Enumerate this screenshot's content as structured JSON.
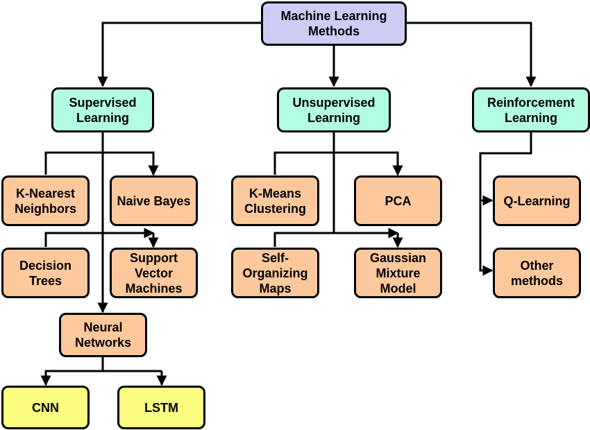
{
  "diagram": {
    "root": {
      "label": "Machine Learning\nMethods"
    },
    "categories": {
      "supervised": {
        "label": "Supervised\nLearning"
      },
      "unsupervised": {
        "label": "Unsupervised\nLearning"
      },
      "reinforcement": {
        "label": "Reinforcement\nLearning"
      }
    },
    "supervised": {
      "knn": {
        "label": "K-Nearest\nNeighbors"
      },
      "naive_bayes": {
        "label": "Naive Bayes"
      },
      "decision_trees": {
        "label": "Decision\nTrees"
      },
      "svm": {
        "label": "Support\nVector\nMachines"
      },
      "neural_networks": {
        "label": "Neural\nNetworks"
      }
    },
    "neural": {
      "cnn": {
        "label": "CNN"
      },
      "lstm": {
        "label": "LSTM"
      }
    },
    "unsupervised": {
      "kmeans": {
        "label": "K-Means\nClustering"
      },
      "pca": {
        "label": "PCA"
      },
      "som": {
        "label": "Self-\nOrganizing\nMaps"
      },
      "gmm": {
        "label": "Gaussian\nMixture\nModel"
      }
    },
    "reinforcement": {
      "q_learning": {
        "label": "Q-Learning"
      },
      "other": {
        "label": "Other\nmethods"
      }
    }
  },
  "colors": {
    "root": "#ccccf5",
    "category": "#b3fde3",
    "algorithm": "#fcc89c",
    "deep_learning": "#fdfd7f",
    "line": "#000000"
  }
}
